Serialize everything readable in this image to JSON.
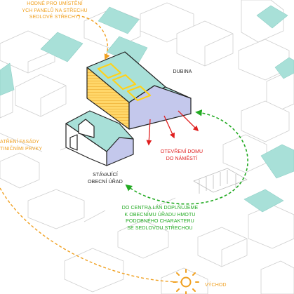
{
  "colors": {
    "orange": "#f0a020",
    "red": "#e02020",
    "green": "#22aa22",
    "roof_teal": "#a8e0d8",
    "facade_lavender": "#c4c8ec",
    "solar_yellow": "#ffd21a",
    "striped_facade": "#ffd76a",
    "context_line": "#cfcfcf"
  },
  "labels": {
    "solar_note": [
      "HODNÉ PRO UMÍSTĚNÍ",
      "YCH PANELŮ NA STŘECHU",
      "SEDLOVÉ STŘECHY)"
    ],
    "facade_note": [
      "ATŘENÍ FASÁDY",
      "TINIČNÍMI PRVKY"
    ],
    "dubina": "DUBINA",
    "opening": [
      "OTEVŘENÍ DOMU",
      "DO NÁMĚSTÍ"
    ],
    "existing_office": [
      "STÁVAJÍCÍ",
      "OBECNÍ ÚŘAD"
    ],
    "center_plan": [
      "DO CENTRA LÁN DOPLŇUJEME",
      "K OBECNÍMU ÚŘADU HMOTU",
      "PODOBNÉHO CHARAKTERU",
      "SE SEDLOVOU STŘECHOU"
    ],
    "sunrise": "VÝCHOD"
  },
  "icons": {
    "sun": "sun-icon"
  }
}
